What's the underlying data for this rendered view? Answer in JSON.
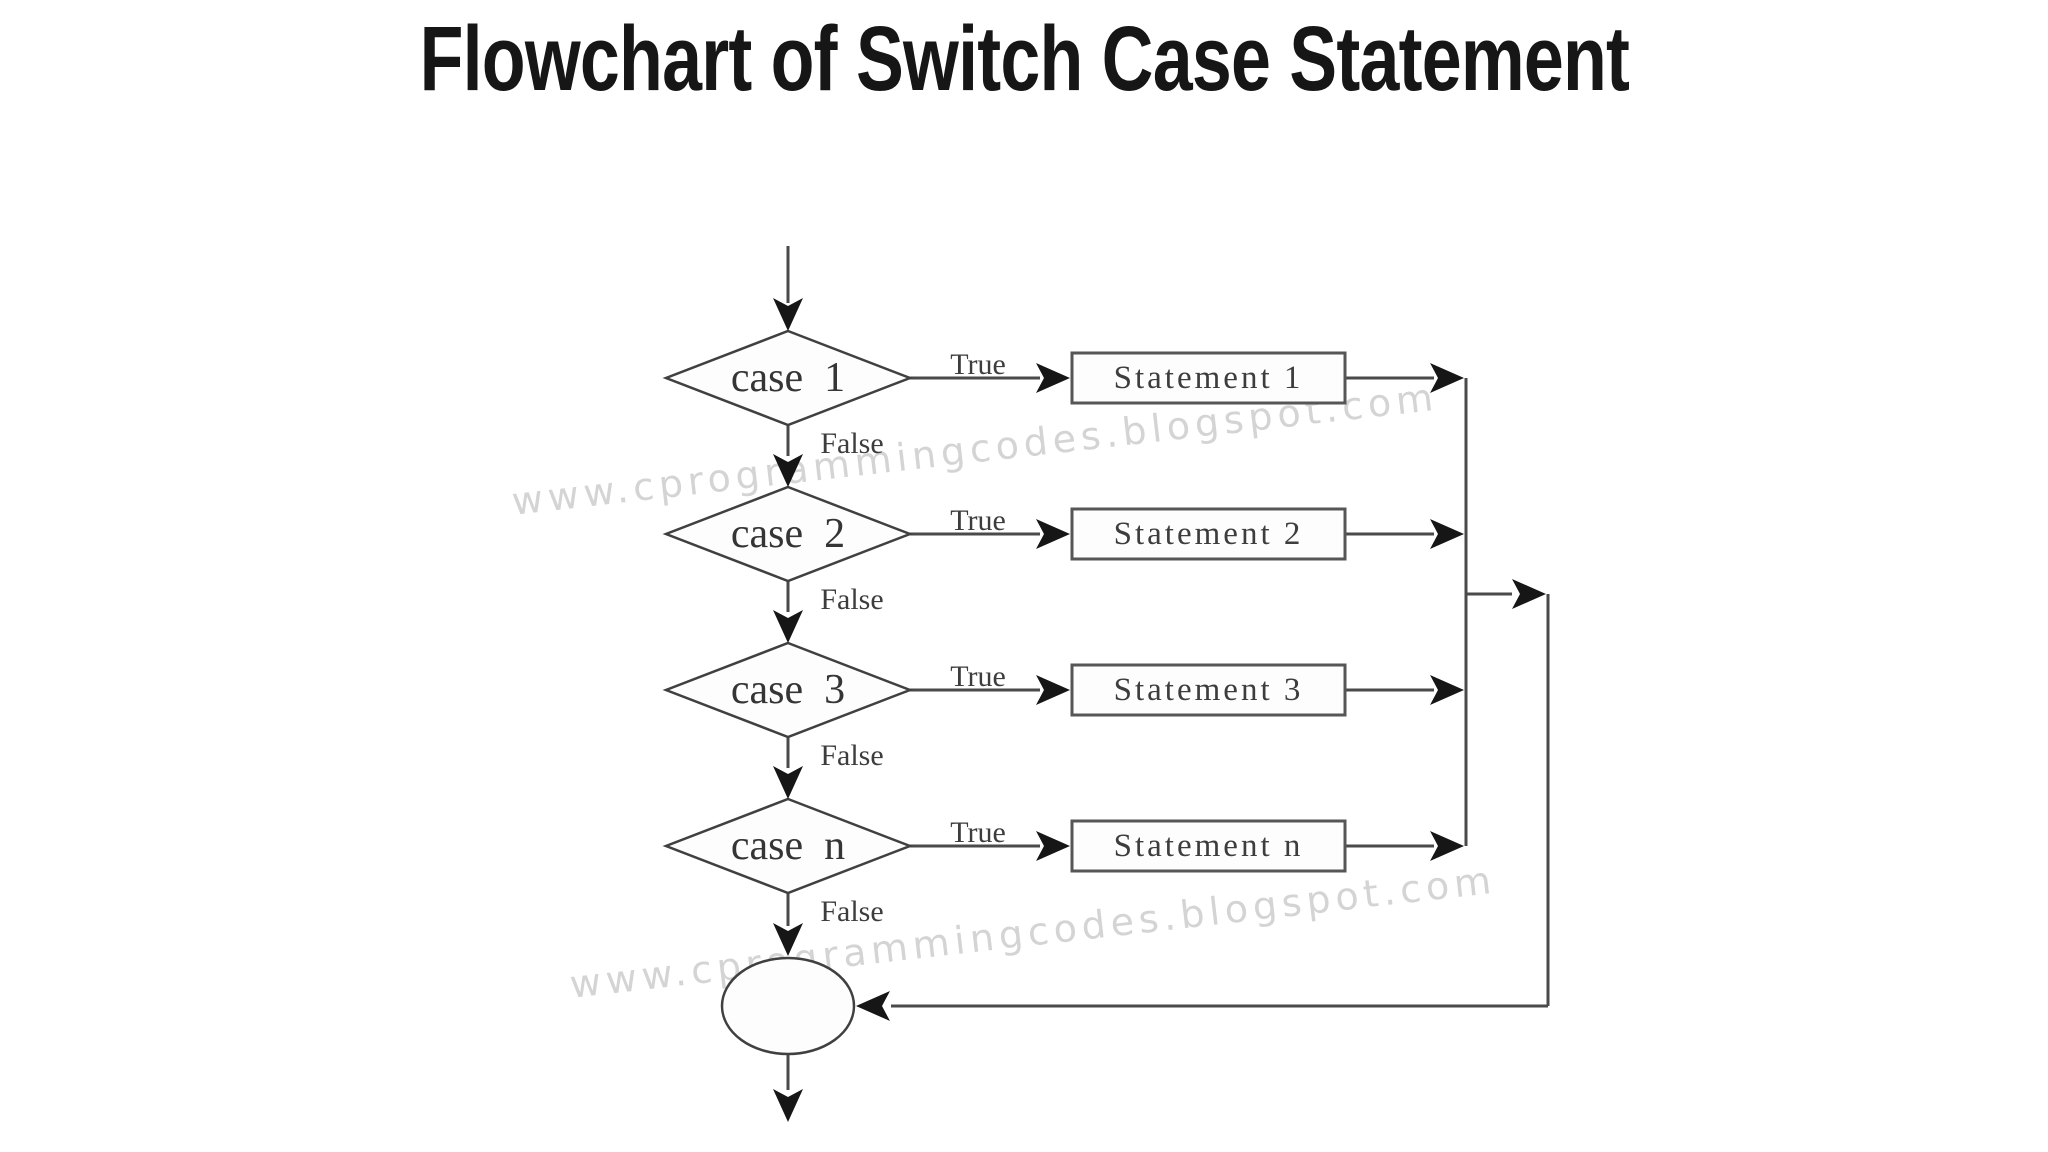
{
  "title": "Flowchart of Switch Case Statement",
  "watermark": {
    "text": "www.cprogrammingcodes.blogspot.com"
  },
  "rows": [
    {
      "case_label": "case  1",
      "true_label": "True",
      "false_label": "False",
      "statement": "Statement 1"
    },
    {
      "case_label": "case  2",
      "true_label": "True",
      "false_label": "False",
      "statement": "Statement 2"
    },
    {
      "case_label": "case  3",
      "true_label": "True",
      "false_label": "False",
      "statement": "Statement 3"
    },
    {
      "case_label": "case  n",
      "true_label": "True",
      "false_label": "False",
      "statement": "Statement n"
    }
  ],
  "colors": {
    "background": "#ffffff",
    "line": "#4a4a4a",
    "shape_border": "#404040",
    "arrowhead": "#161616",
    "shape_fill": "#fdfdfd",
    "text": "#3a3a3a",
    "title": "#161616",
    "watermark": "#d4d4d4"
  }
}
